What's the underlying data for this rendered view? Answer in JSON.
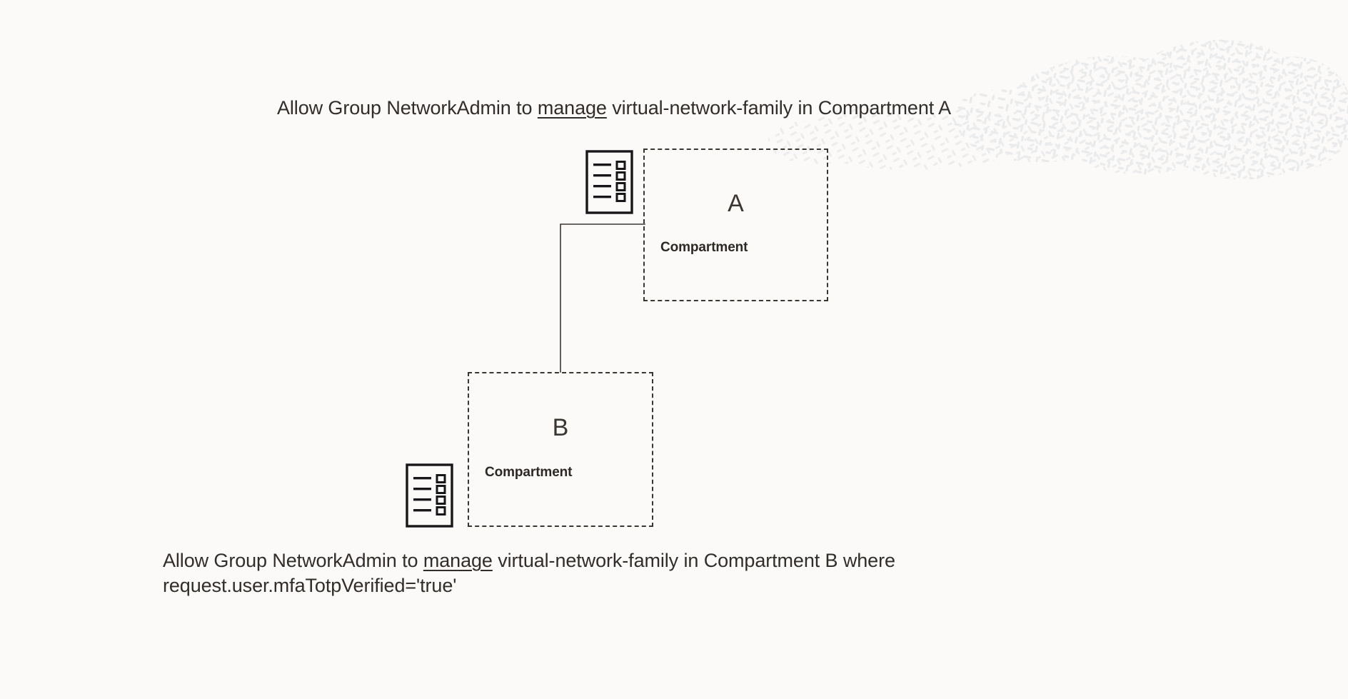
{
  "page": {
    "background_color": "#fbfaf8",
    "ink_color": "#312d2a",
    "deco_color": "#ebeced"
  },
  "policies": {
    "top": {
      "prefix": "Allow Group NetworkAdmin to ",
      "verb": "manage",
      "suffix": " virtual-network-family in Compartment A",
      "full": "Allow Group NetworkAdmin to manage virtual-network-family in Compartment A"
    },
    "bottom": {
      "prefix": "Allow Group NetworkAdmin to ",
      "verb": "manage",
      "suffix": " virtual-network-family in Compartment B where request.user.mfaTotpVerified='true'",
      "full": "Allow Group NetworkAdmin to manage virtual-network-family in Compartment B where request.user.mfaTotpVerified='true'"
    }
  },
  "compartments": [
    {
      "id": "a",
      "letter": "A",
      "label": "Compartment",
      "border_style": "dashed",
      "border_color": "#3a3632"
    },
    {
      "id": "b",
      "letter": "B",
      "label": "Compartment",
      "border_style": "dashed",
      "border_color": "#3a3632"
    }
  ],
  "icons": [
    {
      "id": "policy-icon-a",
      "name": "policy-document-icon",
      "rows": 4,
      "attached_to": "Compartment A"
    },
    {
      "id": "policy-icon-b",
      "name": "policy-document-icon",
      "rows": 4,
      "attached_to": "Compartment B"
    }
  ],
  "connector": {
    "name": "compartment-a-to-b-connector",
    "stroke_color": "#3a3632",
    "stroke_width": 1.6
  }
}
